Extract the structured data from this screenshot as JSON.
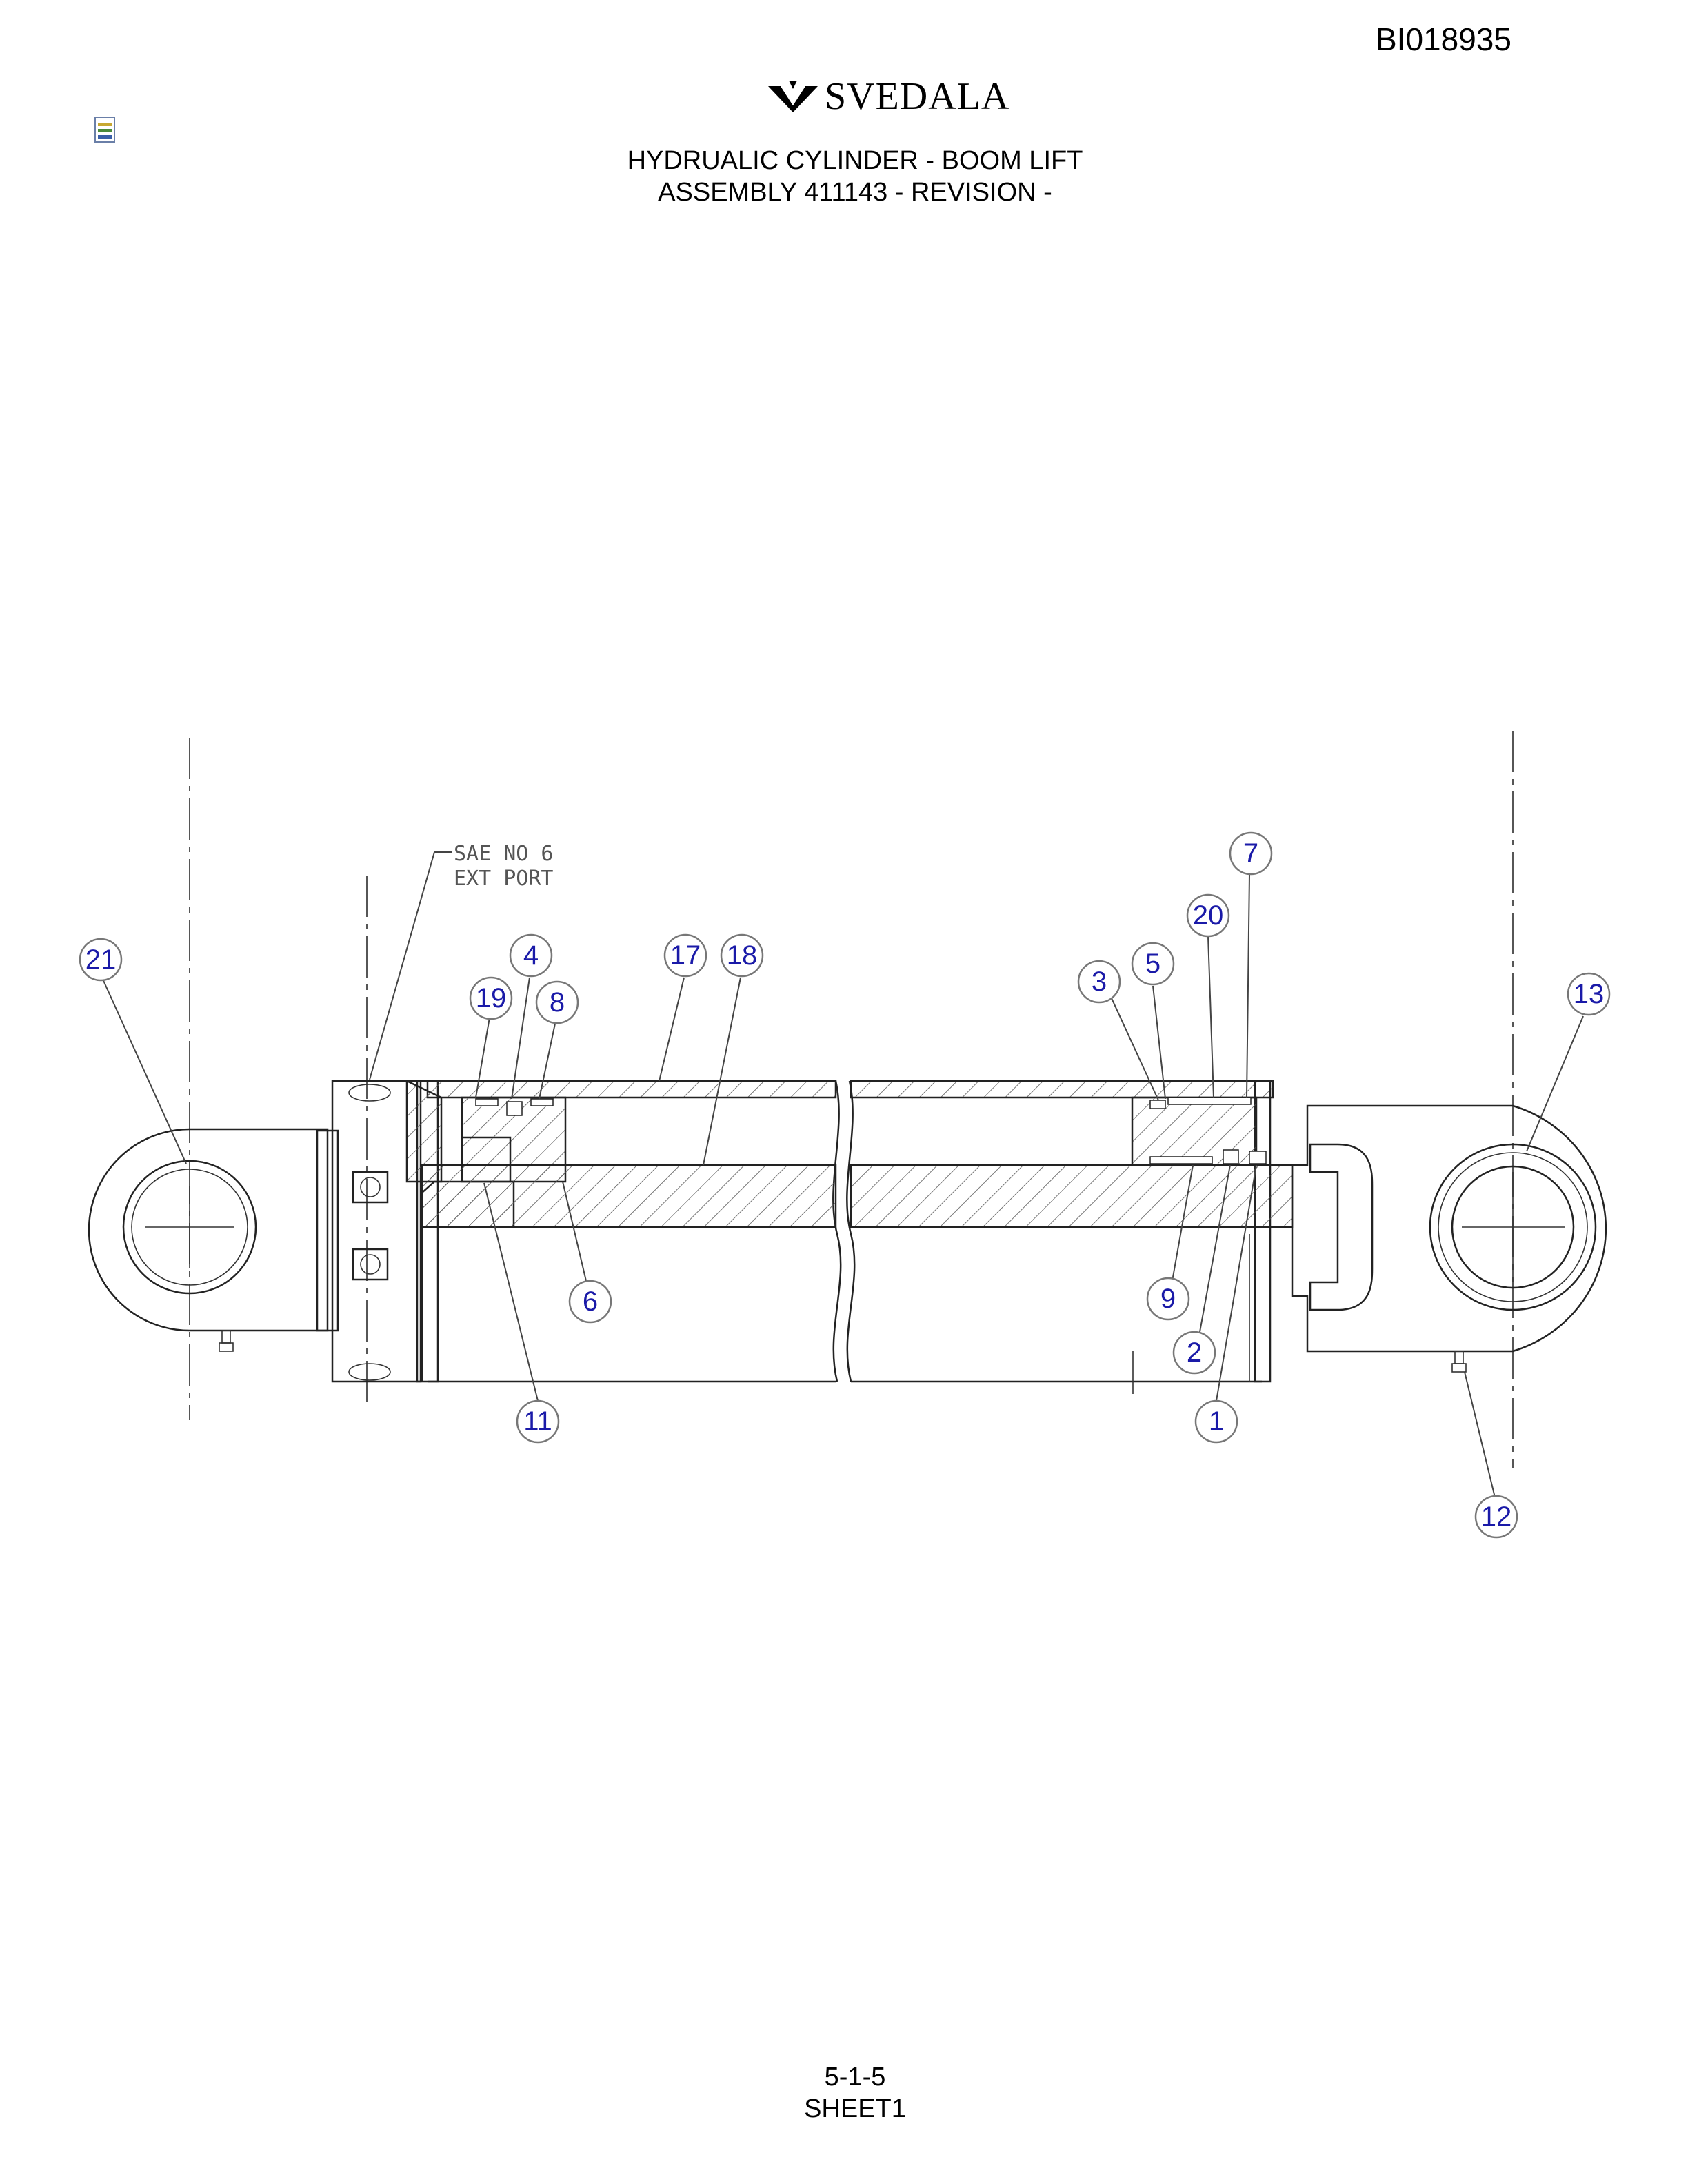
{
  "header": {
    "doc_id": "BI018935",
    "logo_text": "SVEDALA",
    "title_line1": "HYDRUALIC CYLINDER - BOOM LIFT",
    "title_line2": "ASSEMBLY 411143 - REVISION -"
  },
  "drawing": {
    "port_note_line1": "SAE NO 6",
    "port_note_line2": "EXT PORT",
    "callouts": [
      "21",
      "19",
      "4",
      "8",
      "17",
      "18",
      "3",
      "5",
      "20",
      "7",
      "13",
      "6",
      "9",
      "2",
      "11",
      "1",
      "12"
    ]
  },
  "footer": {
    "page_number": "5-1-5",
    "sheet": "SHEET1"
  },
  "colors": {
    "callout_text": "#1a1aa8",
    "line": "#222222"
  }
}
